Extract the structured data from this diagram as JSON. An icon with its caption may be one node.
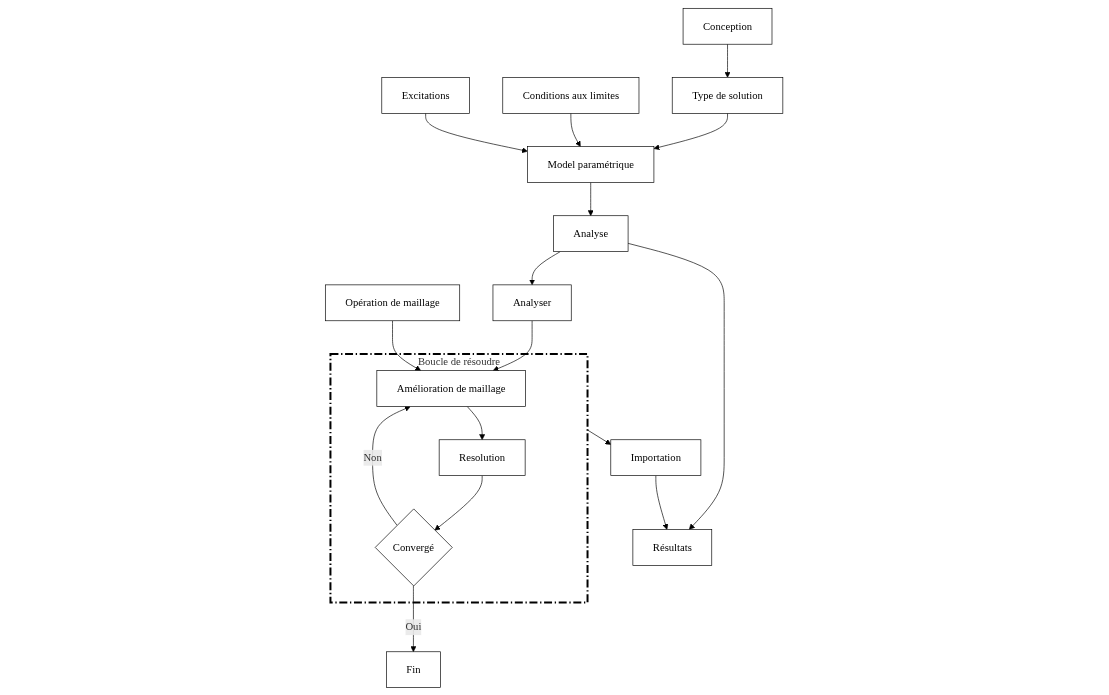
{
  "diagram": {
    "nodes": [
      {
        "text": [
          "Conception"
        ]
      },
      {
        "text": [
          "Type de solution"
        ]
      },
      {
        "text": [
          "Conditions aux limites"
        ]
      },
      {
        "text": [
          "Model paramétrique"
        ]
      },
      {
        "text": [
          "Excitations"
        ]
      },
      {
        "text": [
          "Analyse"
        ]
      },
      {
        "text": [
          "Résultats"
        ]
      },
      {
        "text": [
          "Analyser"
        ]
      },
      {
        "text": [
          "Opération de maillage"
        ]
      },
      {
        "text": [
          "Boucle de résoudre"
        ]
      },
      {
        "text": [
          "Amélioration de maillage"
        ],
        "in": 9
      },
      {
        "text": [
          "Resolution"
        ],
        "in": 9
      },
      {
        "text": [
          "Convergé"
        ],
        "in": 9
      },
      {
        "text": [
          "Importation"
        ]
      },
      {
        "text": [
          "Fin"
        ]
      }
    ],
    "edges": [
      {
        "from": 0,
        "to": 1,
        "arrow": "to"
      },
      {
        "from": 1,
        "to": 3,
        "arrow": "to"
      },
      {
        "from": 2,
        "to": 3,
        "arrow": "to"
      },
      {
        "from": 4,
        "to": 3,
        "arrow": "to"
      },
      {
        "from": 3,
        "to": 5,
        "arrow": "to"
      },
      {
        "from": 5,
        "to": 6,
        "arrow": "to"
      },
      {
        "from": 5,
        "to": 7,
        "arrow": "to"
      },
      {
        "from": 7,
        "to": 10,
        "arrow": "to"
      },
      {
        "from": 8,
        "to": 10,
        "arrow": "to"
      },
      {
        "from": 10,
        "to": 11,
        "arrow": "to"
      },
      {
        "from": 11,
        "to": 12,
        "arrow": "to"
      },
      {
        "from": 12,
        "to": 10,
        "arrow": "to",
        "label": "Non"
      },
      {
        "from": 12,
        "to": 14,
        "arrow": "to",
        "label": "Oui"
      },
      {
        "from": 9,
        "to": 13,
        "arrow": "to"
      },
      {
        "from": 13,
        "to": 6,
        "arrow": "to"
      }
    ]
  }
}
